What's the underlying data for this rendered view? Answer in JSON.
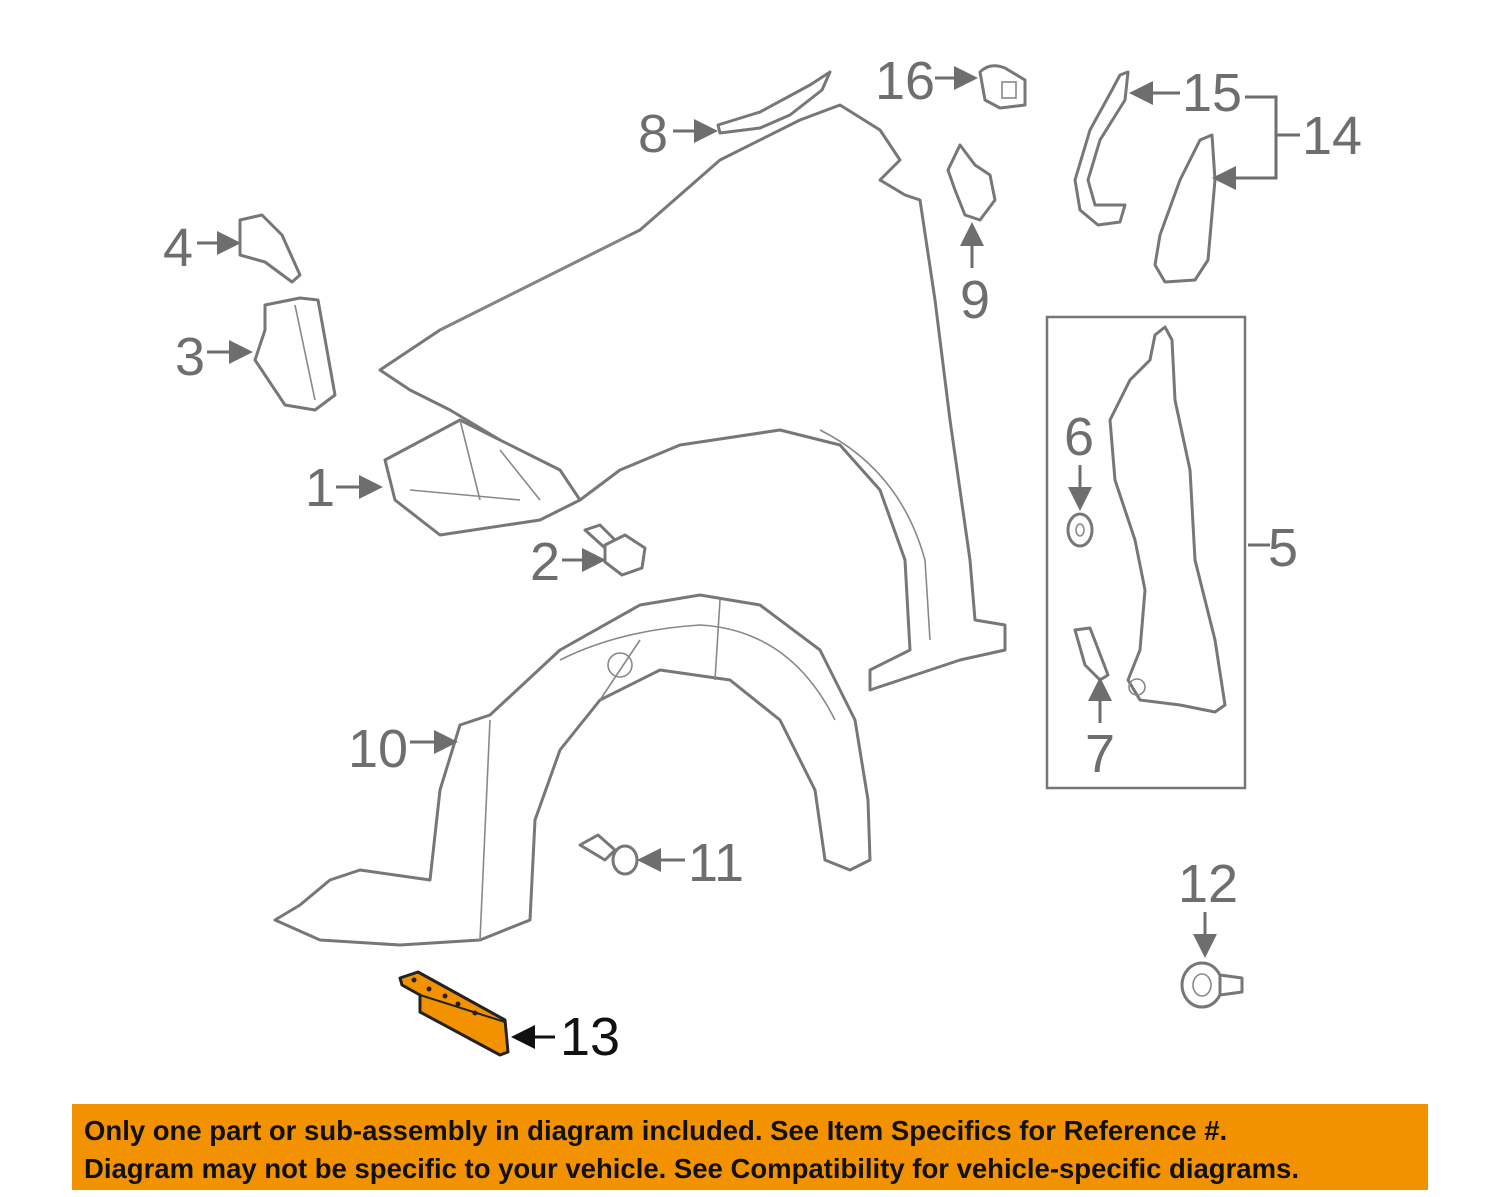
{
  "diagram": {
    "callouts": [
      "1",
      "2",
      "3",
      "4",
      "5",
      "6",
      "7",
      "8",
      "9",
      "10",
      "11",
      "12",
      "13",
      "14",
      "15",
      "16"
    ],
    "highlighted_part": "13",
    "highlight_color": "#f39200"
  },
  "banner": {
    "line1": "Only one part or sub-assembly in diagram included. See Item Specifics for Reference #.",
    "line2": "Diagram may not be specific to your vehicle. See Compatibility for vehicle-specific diagrams.",
    "background": "#f39200"
  }
}
